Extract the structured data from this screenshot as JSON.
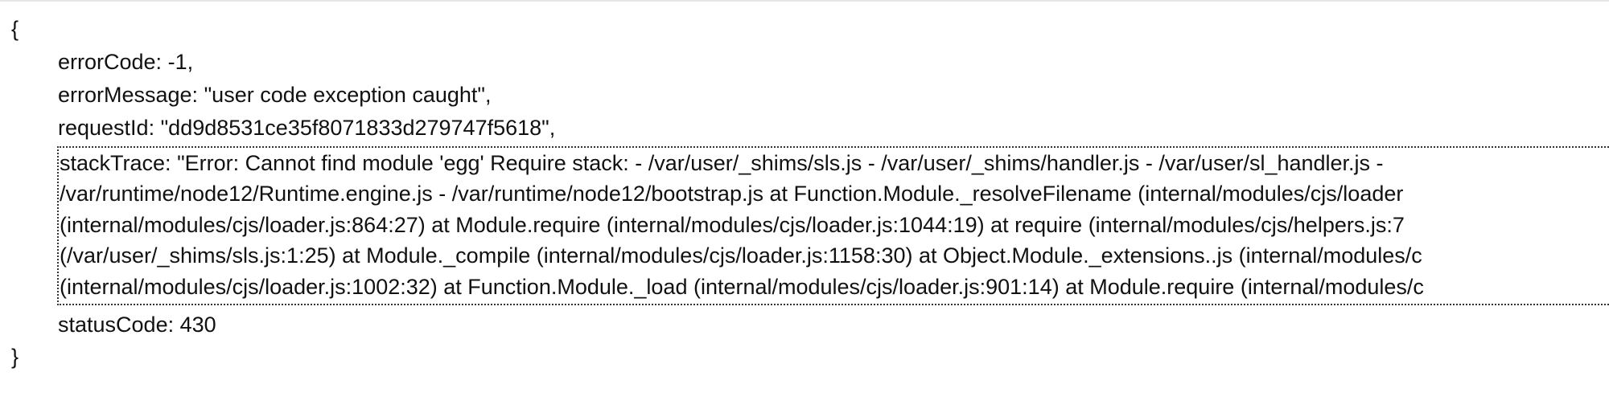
{
  "json_view": {
    "open_brace": "{",
    "close_brace": "}",
    "errorCode": {
      "key": "errorCode:",
      "value": "-1,"
    },
    "errorMessage": {
      "key": "errorMessage:",
      "value": "\"user code exception caught\","
    },
    "requestId": {
      "key": "requestId:",
      "value": "\"dd9d8531ce35f8071833d279747f5618\","
    },
    "stackTrace": {
      "key": "stackTrace:",
      "lines": [
        "\"Error: Cannot find module 'egg' Require stack: - /var/user/_shims/sls.js - /var/user/_shims/handler.js - /var/user/sl_handler.js -",
        "/var/runtime/node12/Runtime.engine.js - /var/runtime/node12/bootstrap.js at Function.Module._resolveFilename (internal/modules/cjs/loader",
        "(internal/modules/cjs/loader.js:864:27) at Module.require (internal/modules/cjs/loader.js:1044:19) at require (internal/modules/cjs/helpers.js:7",
        "(/var/user/_shims/sls.js:1:25) at Module._compile (internal/modules/cjs/loader.js:1158:30) at Object.Module._extensions..js (internal/modules/c",
        "(internal/modules/cjs/loader.js:1002:32) at Function.Module._load (internal/modules/cjs/loader.js:901:14) at Module.require (internal/modules/c"
      ]
    },
    "statusCode": {
      "key": "statusCode:",
      "value": "430"
    }
  }
}
